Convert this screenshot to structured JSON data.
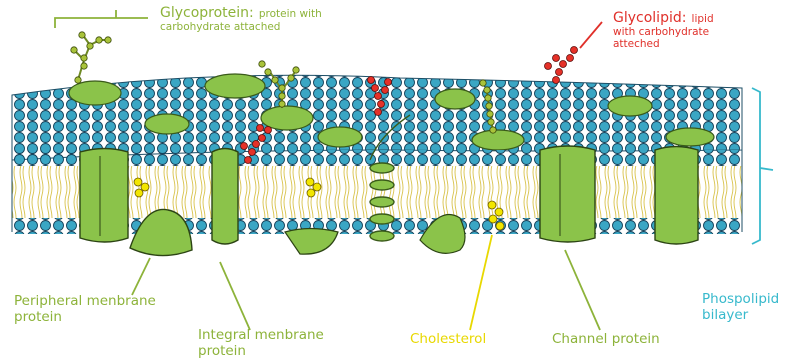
{
  "colors": {
    "glycoprotein": "#8db33a",
    "glycolipid": "#e0302a",
    "cholesterol": "#e8d800",
    "phospholipid": "#37b9cc",
    "protein_fill": "#8bc34a",
    "head_fill": "#3aa6c4"
  },
  "labels": {
    "glycoprotein": {
      "title": "Glycoprotein:",
      "desc_1": "protein with",
      "desc_2": "carbohydrate attached"
    },
    "glycolipid": {
      "title": "Glycolipid:",
      "desc_1": "lipid",
      "desc_2": "with carbohydrate",
      "desc_3": "atteched"
    },
    "peripheral": {
      "line_1": "Peripheral menbrane",
      "line_2": "protein"
    },
    "integral": {
      "line_1": "Integral menbrane",
      "line_2": "protein"
    },
    "cholesterol": "Cholesterol",
    "channel": "Channel protein",
    "phospholipid": {
      "line_1": "Phospolipid",
      "line_2": "bilayer"
    }
  }
}
